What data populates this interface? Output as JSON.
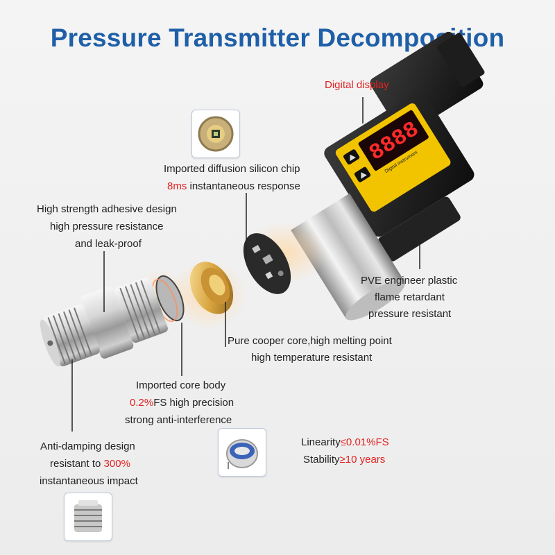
{
  "title": "Pressure Transmitter Decomposition",
  "display_text": "Digital instrument",
  "display_digits": "8888",
  "labels": {
    "digital_display": "Digital display",
    "chip_line1": "Imported diffusion silicon chip",
    "chip_line2_red": "8ms",
    "chip_line2_rest": " instantaneous response",
    "adhesive_line1": "High strength adhesive design",
    "adhesive_line2": "high pressure resistance",
    "adhesive_line3": "and leak-proof",
    "plastic_line1": "PVE engineer plastic",
    "plastic_line2": "flame retardant",
    "plastic_line3": "pressure resistant",
    "copper_line1": "Pure cooper core,high melting point",
    "copper_line2": "high temperature resistant",
    "core_line1": "Imported core body",
    "core_line2_red": "0.2%",
    "core_line2_rest": "FS high precision",
    "core_line3": "strong anti-interference",
    "linearity_label": "Linearity",
    "linearity_value": "≤0.01%FS",
    "stability_label": "Stability",
    "stability_value": "≥10 years",
    "damping_line1": "Anti-damping design",
    "damping_line2_pre": "resistant to ",
    "damping_line2_red": "300%",
    "damping_line3": "instantaneous impact"
  },
  "colors": {
    "title": "#1f5fa8",
    "highlight": "#e32222",
    "display_yellow": "#f2c400",
    "segment_red": "#ff2a2a"
  }
}
